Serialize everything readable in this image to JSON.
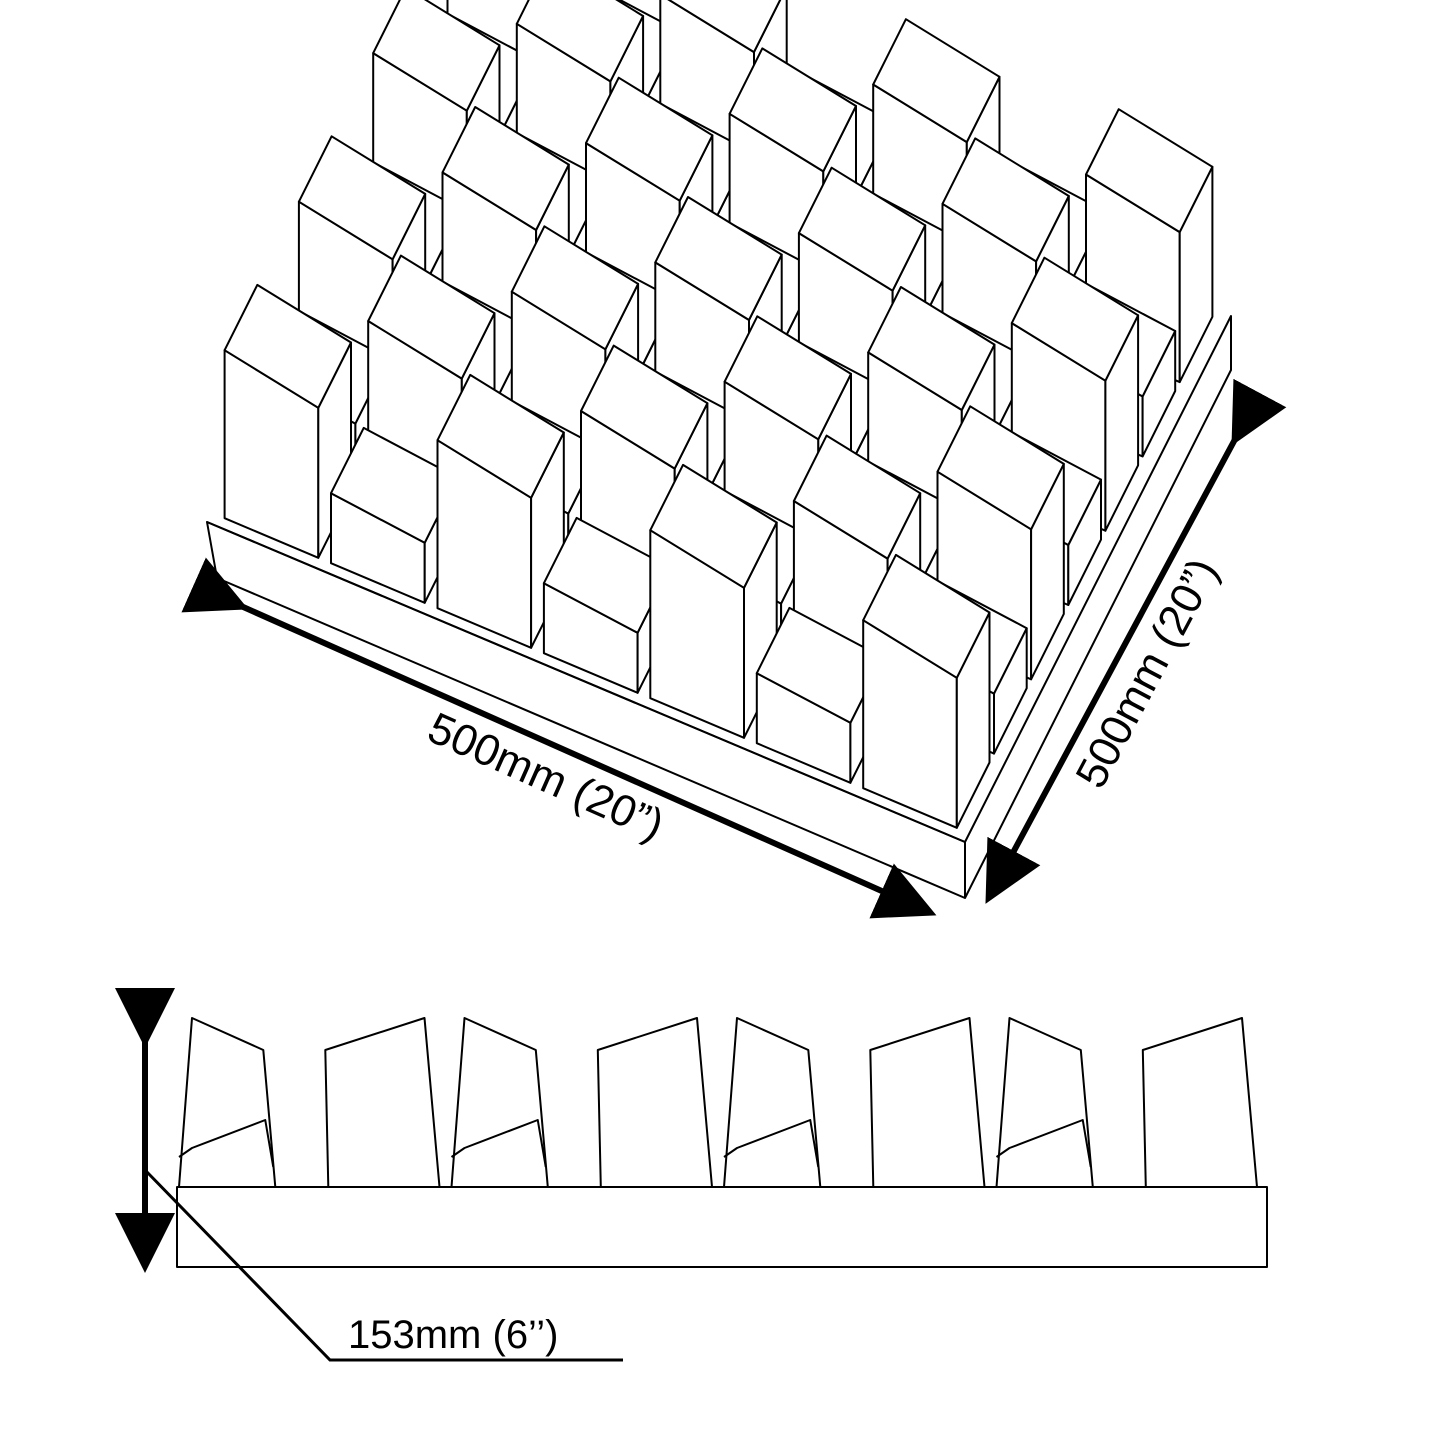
{
  "dimensions": {
    "length_label": "500mm (20”)",
    "width_label": "500mm (20”)",
    "height_label": "153mm (6’’)"
  },
  "colors": {
    "line": "#000000",
    "background": "#ffffff"
  }
}
